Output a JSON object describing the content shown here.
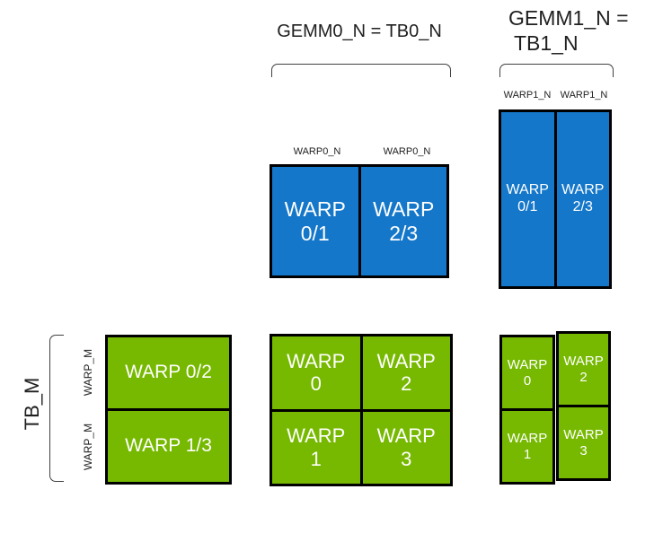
{
  "colors": {
    "blue": "#1577c9",
    "green": "#76b900",
    "border": "#000000",
    "line": "#404040",
    "label": "#1f1f1f",
    "text": "#ffffff"
  },
  "headings": {
    "gemm0": "GEMM0_N = TB0_N",
    "gemm1_line1": "GEMM1_N =",
    "gemm1_line2": "TB1_N"
  },
  "gemm0_block": {
    "col_labels": [
      "WARP0_N",
      "WARP0_N"
    ],
    "cells": [
      {
        "line1": "WARP",
        "line2": "0/1"
      },
      {
        "line1": "WARP",
        "line2": "2/3"
      }
    ]
  },
  "gemm1_block": {
    "col_labels": [
      "WARP1_N",
      "WARP1_N"
    ],
    "cells": [
      {
        "line1": "WARP",
        "line2": "0/1"
      },
      {
        "line1": "WARP",
        "line2": "2/3"
      }
    ]
  },
  "left_block": {
    "tb_m_label": "TB_M",
    "row_labels": [
      "WARP_M",
      "WARP_M"
    ],
    "cells": [
      "WARP 0/2",
      "WARP 1/3"
    ]
  },
  "mid_grid": {
    "cells": [
      {
        "line1": "WARP",
        "line2": "0"
      },
      {
        "line1": "WARP",
        "line2": "2"
      },
      {
        "line1": "WARP",
        "line2": "1"
      },
      {
        "line1": "WARP",
        "line2": "3"
      }
    ]
  },
  "right_grid": {
    "columns": [
      [
        {
          "line1": "WARP",
          "line2": "0"
        },
        {
          "line1": "WARP",
          "line2": "1"
        }
      ],
      [
        {
          "line1": "WARP",
          "line2": "2"
        },
        {
          "line1": "WARP",
          "line2": "3"
        }
      ]
    ]
  }
}
